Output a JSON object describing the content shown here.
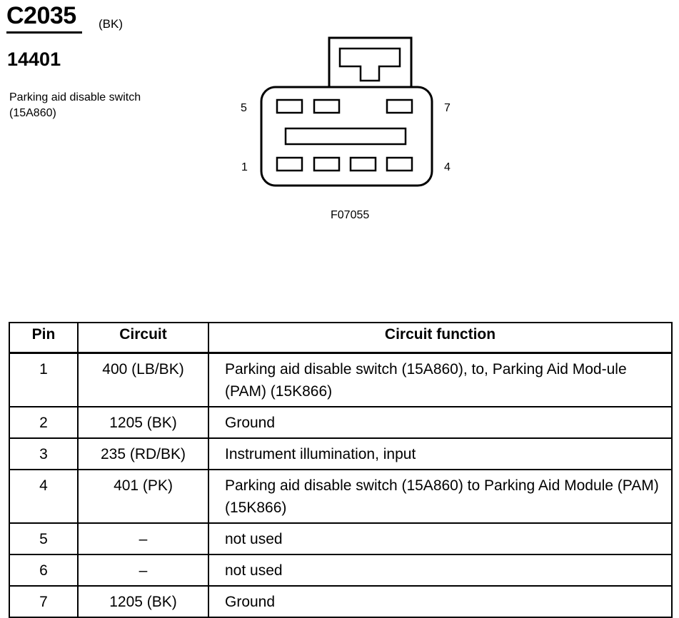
{
  "connector": {
    "id": "C2035",
    "color": "(BK)",
    "part_number": "14401",
    "component": "Parking aid disable switch (15A860)"
  },
  "diagram": {
    "pin_labels": {
      "top_left": "5",
      "top_right": "7",
      "bottom_left": "1",
      "bottom_right": "4"
    },
    "figure_code": "F07055"
  },
  "table": {
    "headers": [
      "Pin",
      "Circuit",
      "Circuit function"
    ],
    "rows": [
      {
        "pin": "1",
        "circuit": "400 (LB/BK)",
        "function": "Parking aid disable switch (15A860), to, Parking Aid Mod-ule (PAM) (15K866)"
      },
      {
        "pin": "2",
        "circuit": "1205 (BK)",
        "function": "Ground"
      },
      {
        "pin": "3",
        "circuit": "235 (RD/BK)",
        "function": "Instrument illumination, input"
      },
      {
        "pin": "4",
        "circuit": "401 (PK)",
        "function": "Parking aid disable switch (15A860) to Parking Aid Module (PAM) (15K866)"
      },
      {
        "pin": "5",
        "circuit": "–",
        "function": "not used"
      },
      {
        "pin": "6",
        "circuit": "–",
        "function": "not used"
      },
      {
        "pin": "7",
        "circuit": "1205 (BK)",
        "function": "Ground"
      }
    ]
  }
}
